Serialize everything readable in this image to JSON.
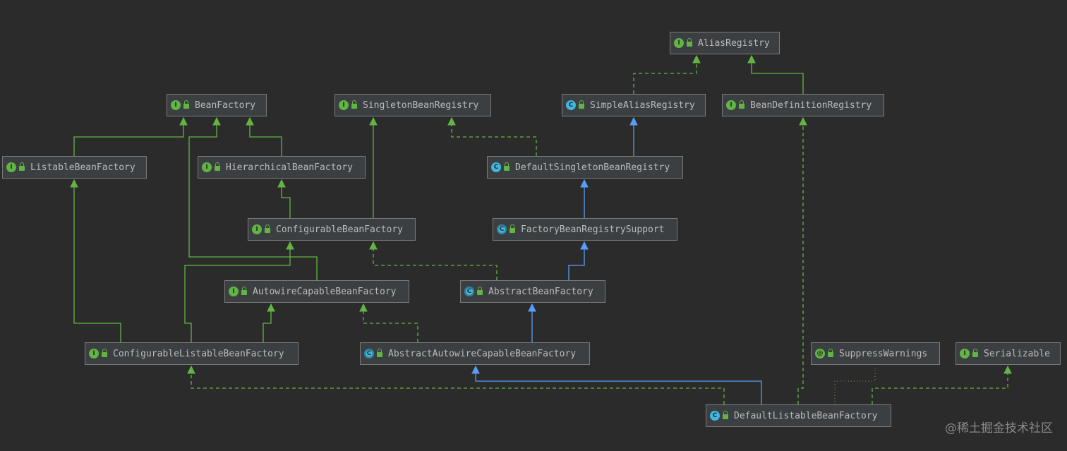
{
  "colors": {
    "extends_interface": "#62b543",
    "extends_class": "#589df6",
    "implements": "#62b543",
    "background": "#2b2b2b"
  },
  "nodes": [
    {
      "id": "aliasRegistry",
      "name": "AliasRegistry",
      "kind": "interface",
      "badge": "I"
    },
    {
      "id": "beanFactory",
      "name": "BeanFactory",
      "kind": "interface",
      "badge": "I"
    },
    {
      "id": "singletonBeanRegistry",
      "name": "SingletonBeanRegistry",
      "kind": "interface",
      "badge": "I"
    },
    {
      "id": "simpleAliasRegistry",
      "name": "SimpleAliasRegistry",
      "kind": "class",
      "badge": "C"
    },
    {
      "id": "beanDefinitionRegistry",
      "name": "BeanDefinitionRegistry",
      "kind": "interface",
      "badge": "I"
    },
    {
      "id": "listableBeanFactory",
      "name": "ListableBeanFactory",
      "kind": "interface",
      "badge": "I"
    },
    {
      "id": "hierarchicalBeanFactory",
      "name": "HierarchicalBeanFactory",
      "kind": "interface",
      "badge": "I"
    },
    {
      "id": "defaultSingletonBeanRegistry",
      "name": "DefaultSingletonBeanRegistry",
      "kind": "class",
      "badge": "C"
    },
    {
      "id": "configurableBeanFactory",
      "name": "ConfigurableBeanFactory",
      "kind": "interface",
      "badge": "I"
    },
    {
      "id": "factoryBeanRegistrySupport",
      "name": "FactoryBeanRegistrySupport",
      "kind": "abstract",
      "badge": "C"
    },
    {
      "id": "autowireCapableBeanFactory",
      "name": "AutowireCapableBeanFactory",
      "kind": "interface",
      "badge": "I"
    },
    {
      "id": "abstractBeanFactory",
      "name": "AbstractBeanFactory",
      "kind": "abstract",
      "badge": "C"
    },
    {
      "id": "configurableListableBeanFactory",
      "name": "ConfigurableListableBeanFactory",
      "kind": "interface",
      "badge": "I"
    },
    {
      "id": "abstractAutowireCapableBeanFactory",
      "name": "AbstractAutowireCapableBeanFactory",
      "kind": "abstract",
      "badge": "C"
    },
    {
      "id": "suppressWarnings",
      "name": "SuppressWarnings",
      "kind": "annotation",
      "badge": "@"
    },
    {
      "id": "serializable",
      "name": "Serializable",
      "kind": "interface",
      "badge": "I"
    },
    {
      "id": "defaultListableBeanFactory",
      "name": "DefaultListableBeanFactory",
      "kind": "class",
      "badge": "C"
    }
  ],
  "edges": [
    {
      "from": "simpleAliasRegistry",
      "to": "aliasRegistry",
      "style": "implements"
    },
    {
      "from": "beanDefinitionRegistry",
      "to": "aliasRegistry",
      "style": "extends_interface"
    },
    {
      "from": "listableBeanFactory",
      "to": "beanFactory",
      "style": "extends_interface"
    },
    {
      "from": "hierarchicalBeanFactory",
      "to": "beanFactory",
      "style": "extends_interface"
    },
    {
      "from": "autowireCapableBeanFactory",
      "to": "beanFactory",
      "style": "extends_interface"
    },
    {
      "from": "configurableBeanFactory",
      "to": "hierarchicalBeanFactory",
      "style": "extends_interface"
    },
    {
      "from": "configurableBeanFactory",
      "to": "singletonBeanRegistry",
      "style": "extends_interface"
    },
    {
      "from": "defaultSingletonBeanRegistry",
      "to": "singletonBeanRegistry",
      "style": "implements"
    },
    {
      "from": "defaultSingletonBeanRegistry",
      "to": "simpleAliasRegistry",
      "style": "extends_class"
    },
    {
      "from": "factoryBeanRegistrySupport",
      "to": "defaultSingletonBeanRegistry",
      "style": "extends_class"
    },
    {
      "from": "abstractBeanFactory",
      "to": "factoryBeanRegistrySupport",
      "style": "extends_class"
    },
    {
      "from": "abstractBeanFactory",
      "to": "configurableBeanFactory",
      "style": "implements"
    },
    {
      "from": "configurableListableBeanFactory",
      "to": "listableBeanFactory",
      "style": "extends_interface"
    },
    {
      "from": "configurableListableBeanFactory",
      "to": "configurableBeanFactory",
      "style": "extends_interface"
    },
    {
      "from": "configurableListableBeanFactory",
      "to": "autowireCapableBeanFactory",
      "style": "extends_interface"
    },
    {
      "from": "abstractAutowireCapableBeanFactory",
      "to": "abstractBeanFactory",
      "style": "extends_class"
    },
    {
      "from": "abstractAutowireCapableBeanFactory",
      "to": "autowireCapableBeanFactory",
      "style": "implements"
    },
    {
      "from": "defaultListableBeanFactory",
      "to": "abstractAutowireCapableBeanFactory",
      "style": "extends_class"
    },
    {
      "from": "defaultListableBeanFactory",
      "to": "configurableListableBeanFactory",
      "style": "implements"
    },
    {
      "from": "defaultListableBeanFactory",
      "to": "beanDefinitionRegistry",
      "style": "implements"
    },
    {
      "from": "defaultListableBeanFactory",
      "to": "serializable",
      "style": "implements"
    },
    {
      "from": "defaultListableBeanFactory",
      "to": "suppressWarnings",
      "style": "annotated"
    }
  ],
  "watermark": "@稀土掘金技术社区"
}
